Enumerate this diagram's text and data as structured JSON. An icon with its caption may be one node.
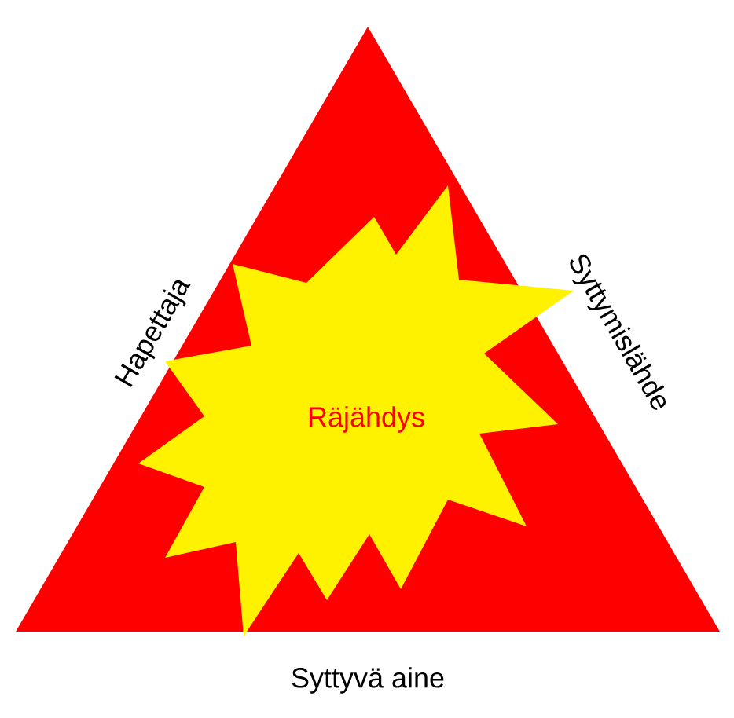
{
  "diagram": {
    "nodes": [
      {
        "text": [],
        "shape": "triangle",
        "beside": [
          "Hapettaja",
          "Syttymislähde",
          "Syttyvä aine"
        ]
      },
      {
        "text": [
          "Räjähdys"
        ],
        "in": 0
      }
    ],
    "edges": []
  }
}
